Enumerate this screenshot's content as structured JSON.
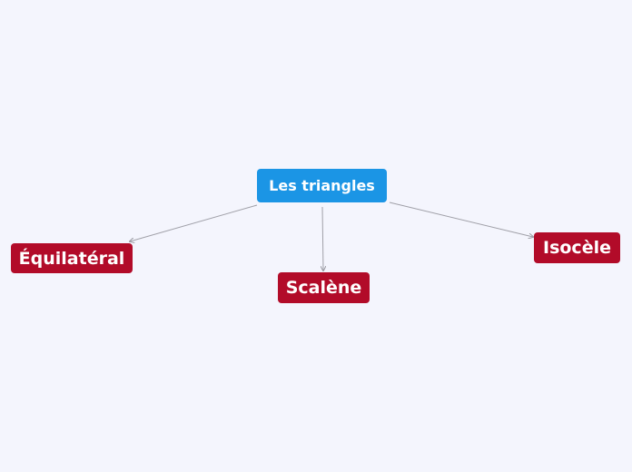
{
  "mindmap": {
    "root": {
      "label": "Les triangles",
      "color": "#1b95e5"
    },
    "children": [
      {
        "label": "Équilatéral",
        "color": "#b20b29"
      },
      {
        "label": "Scalène",
        "color": "#b20b29"
      },
      {
        "label": "Isocèle",
        "color": "#b20b29"
      }
    ],
    "connector_color": "#a0a0a8",
    "background": "#f4f5fd"
  }
}
